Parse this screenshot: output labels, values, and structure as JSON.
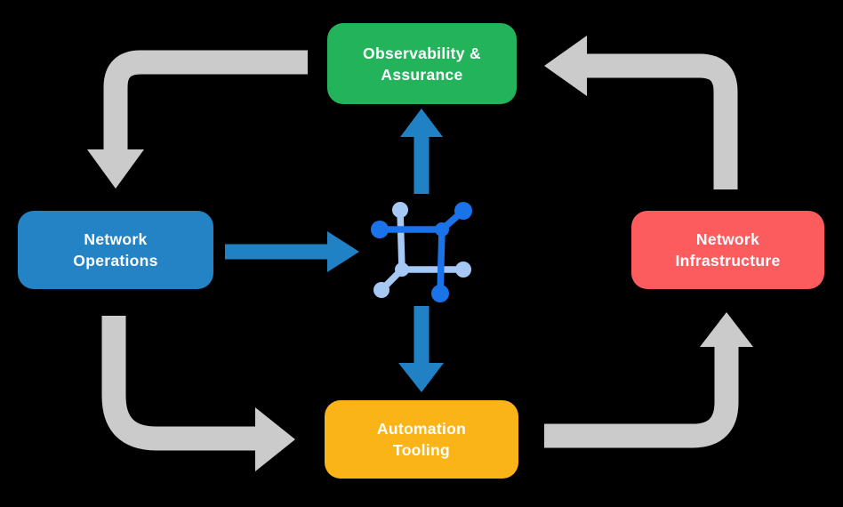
{
  "background_color": "#000000",
  "diagram": {
    "title": "network automation lifecycle diagram",
    "colors": {
      "cycle_arrow": "#CBCBCB",
      "flow_arrow": "#2181C5",
      "icon_dark_blue": "#1A73E8",
      "icon_light_blue": "#A5C8F4",
      "text": "#FFFFFF"
    },
    "nodes": [
      {
        "id": "observability-assurance",
        "lines": [
          "Observability &",
          "Assurance"
        ],
        "color": "#23B45B"
      },
      {
        "id": "network-operations",
        "lines": [
          "Network",
          "Operations"
        ],
        "color": "#2383C5"
      },
      {
        "id": "network-infrastructure",
        "lines": [
          "Network",
          "Infrastructure"
        ],
        "color": "#FD5C5F"
      },
      {
        "id": "automation-tooling",
        "lines": [
          "Automation",
          "Tooling"
        ],
        "color": "#FBB417"
      }
    ],
    "center_icon": "network-fabric-icon",
    "cycle_arrows": [
      {
        "id": "arrow-observability-to-operations",
        "from": "observability-assurance",
        "to": "network-operations",
        "shape": "left-then-down"
      },
      {
        "id": "arrow-infrastructure-to-observability",
        "from": "network-infrastructure",
        "to": "observability-assurance",
        "shape": "up-then-left"
      },
      {
        "id": "arrow-operations-to-automation",
        "from": "network-operations",
        "to": "automation-tooling",
        "shape": "down-then-right"
      },
      {
        "id": "arrow-automation-to-infrastructure",
        "from": "automation-tooling",
        "to": "network-infrastructure",
        "shape": "right-then-up"
      }
    ],
    "flow_arrows": [
      {
        "id": "arrow-operations-to-center",
        "direction": "right"
      },
      {
        "id": "arrow-center-to-observability",
        "direction": "up"
      },
      {
        "id": "arrow-center-to-automation",
        "direction": "down"
      }
    ]
  }
}
